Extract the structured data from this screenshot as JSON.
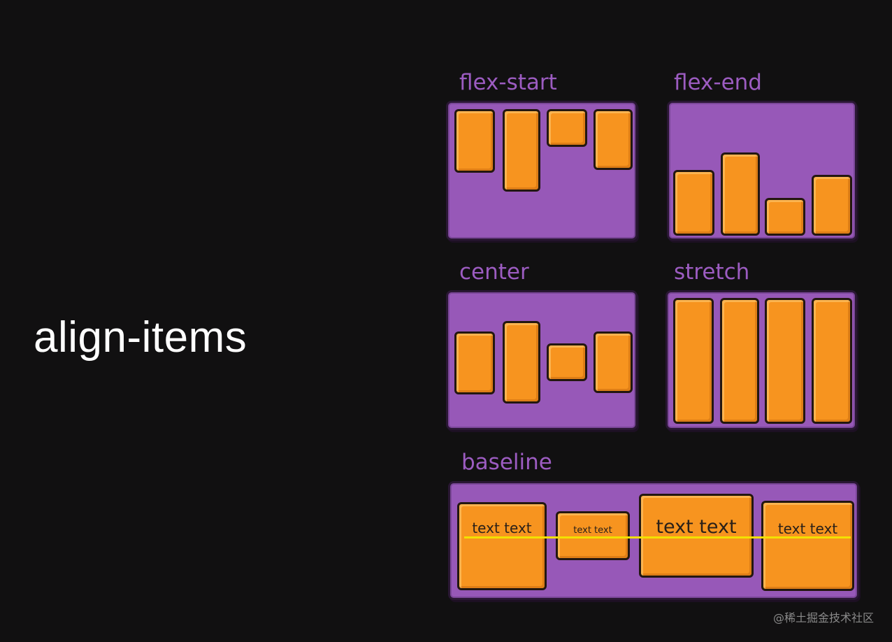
{
  "title": "align-items",
  "panels": {
    "flex_start": {
      "label": "flex-start"
    },
    "flex_end": {
      "label": "flex-end"
    },
    "center": {
      "label": "center"
    },
    "stretch": {
      "label": "stretch"
    },
    "baseline": {
      "label": "baseline",
      "items": [
        {
          "text": "text text"
        },
        {
          "text": "text text"
        },
        {
          "text": "text text"
        },
        {
          "text": "text text"
        }
      ]
    }
  },
  "colors": {
    "background": "#111011",
    "container": "#9758b8",
    "item": "#f7941f",
    "label": "#9c5cc1",
    "baseline_line": "#f2e000",
    "title": "#ffffff"
  },
  "watermark": "@稀土掘金技术社区"
}
